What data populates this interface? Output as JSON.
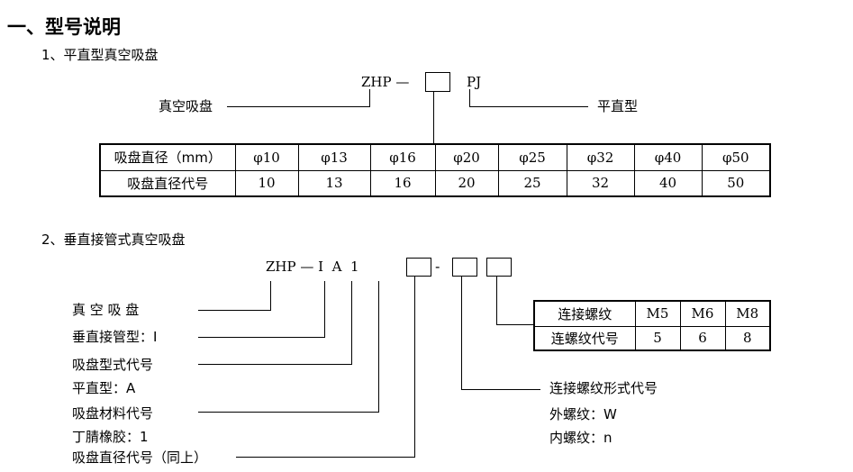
{
  "heading": "一、型号说明",
  "section1": {
    "title": "1、平直型真空吸盘",
    "model_prefix": "ZHP —",
    "model_suffix": "PJ",
    "label_left": "真空吸盘",
    "label_right": "平直型",
    "table": {
      "rows": [
        {
          "header": "吸盘直径（mm）",
          "cells": [
            "φ10",
            "φ13",
            "φ16",
            "φ20",
            "φ25",
            "φ32",
            "φ40",
            "φ50"
          ]
        },
        {
          "header": "吸盘直径代号",
          "cells": [
            "10",
            "13",
            "16",
            "20",
            "25",
            "32",
            "40",
            "50"
          ]
        }
      ]
    }
  },
  "section2": {
    "title": "2、垂直接管式真空吸盘",
    "model_prefix": "ZHP — I  A  1",
    "dash": "-",
    "labels_left": [
      "真 空 吸 盘",
      "垂直接管型：I",
      "吸盘型式代号",
      "平直型：A",
      "吸盘材料代号",
      "丁腈橡胶：1",
      "吸盘直径代号（同上）"
    ],
    "thread_table": {
      "rows": [
        {
          "header": "连接螺纹",
          "cells": [
            "M5",
            "M6",
            "M8"
          ]
        },
        {
          "header": "连螺纹代号",
          "cells": [
            "5",
            "6",
            "8"
          ]
        }
      ]
    },
    "thread_form": {
      "title": "连接螺纹形式代号",
      "options": [
        "外螺纹：W",
        "内螺纹：n"
      ]
    }
  }
}
